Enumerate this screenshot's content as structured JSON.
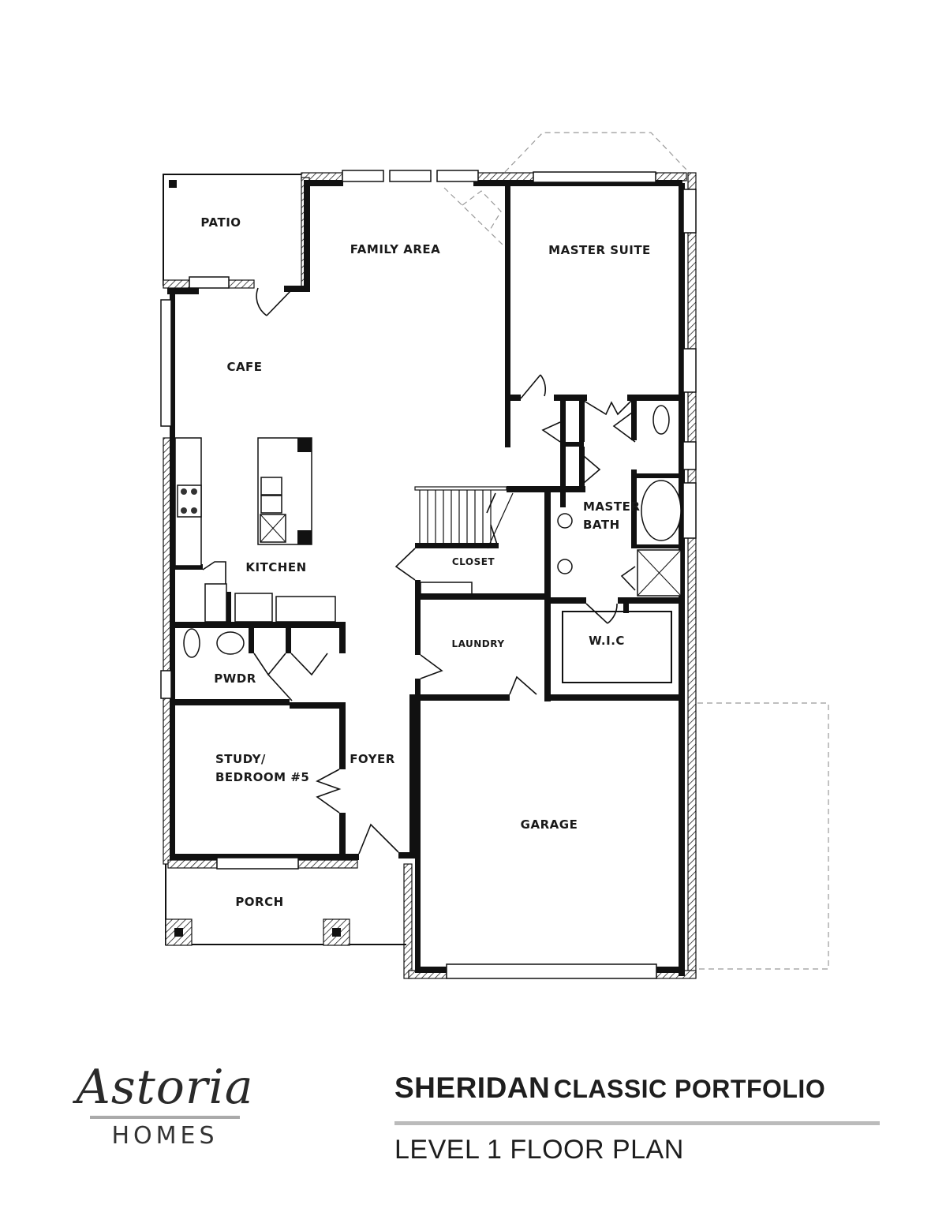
{
  "plan": {
    "rooms": {
      "patio": "PATIO",
      "family_area": "FAMILY AREA",
      "master_suite": "MASTER SUITE",
      "cafe": "CAFE",
      "kitchen": "KITCHEN",
      "closet": "CLOSET",
      "master_bath_line1": "MASTER",
      "master_bath_line2": "BATH",
      "laundry": "LAUNDRY",
      "wic": "W.I.C",
      "pwdr": "PWDR",
      "study_line1": "STUDY/",
      "study_line2": "BEDROOM #5",
      "foyer": "FOYER",
      "garage": "GARAGE",
      "porch": "PORCH"
    }
  },
  "footer": {
    "brand": {
      "name": "Astoria",
      "sub": "HOMES"
    },
    "plan_name": "SHERIDAN",
    "collection": "CLASSIC PORTFOLIO",
    "level": "LEVEL 1 FLOOR PLAN"
  }
}
